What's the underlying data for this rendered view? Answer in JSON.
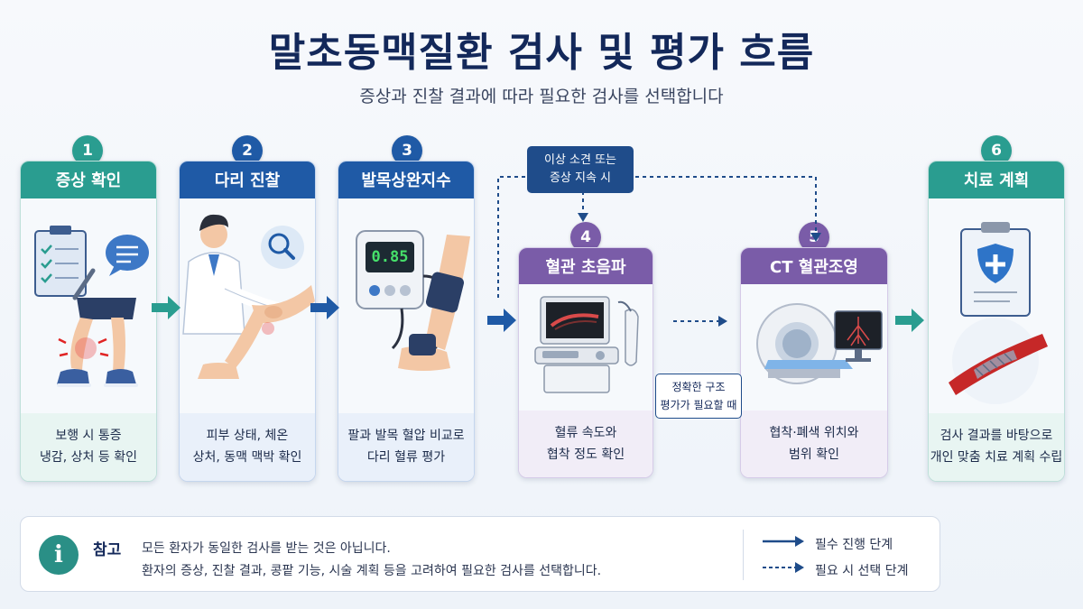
{
  "title": "말초동맥질환 검사 및 평가 흐름",
  "subtitle": "증상과 진찰 결과에 따라 필요한 검사를 선택합니다",
  "steps": [
    {
      "num": "1",
      "title": "증상 확인",
      "desc1": "보행 시 통증",
      "desc2": "냉감, 상처 등 확인",
      "theme": "teal"
    },
    {
      "num": "2",
      "title": "다리 진찰",
      "desc1": "피부 상태, 체온",
      "desc2": "상처, 동맥 맥박 확인",
      "theme": "blue"
    },
    {
      "num": "3",
      "title": "발목상완지수",
      "desc1": "팔과 발목 혈압 비교로",
      "desc2": "다리 혈류 평가",
      "theme": "blue",
      "device_reading": "0.85"
    },
    {
      "num": "4",
      "title": "혈관 초음파",
      "desc1": "혈류 속도와",
      "desc2": "협착 정도 확인",
      "theme": "purple"
    },
    {
      "num": "5",
      "title": "CT 혈관조영",
      "desc1": "협착·폐색 위치와",
      "desc2": "범위 확인",
      "theme": "purple"
    },
    {
      "num": "6",
      "title": "치료 계획",
      "desc1": "검사 결과를 바탕으로",
      "desc2": "개인 맞춤 치료 계획 수립",
      "theme": "teal"
    }
  ],
  "callouts": {
    "top_line1": "이상 소견 또는",
    "top_line2": "증상 지속 시",
    "mid_line1": "정확한 구조",
    "mid_line2": "평가가 필요할 때"
  },
  "note": {
    "icon": "i",
    "label": "참고",
    "line1": "모든 환자가 동일한 검사를 받는 것은 아닙니다.",
    "line2": "환자의 증상, 진찰 결과, 콩팥 기능, 시술 계획 등을 고려하여 필요한 검사를 선택합니다."
  },
  "legend": {
    "solid": "필수 진행 단계",
    "dashed": "필요 시 선택 단계"
  },
  "colors": {
    "teal": "#2a9d90",
    "blue": "#1f5aa6",
    "purple": "#7a5ca8",
    "navy": "#1f4c8a"
  }
}
